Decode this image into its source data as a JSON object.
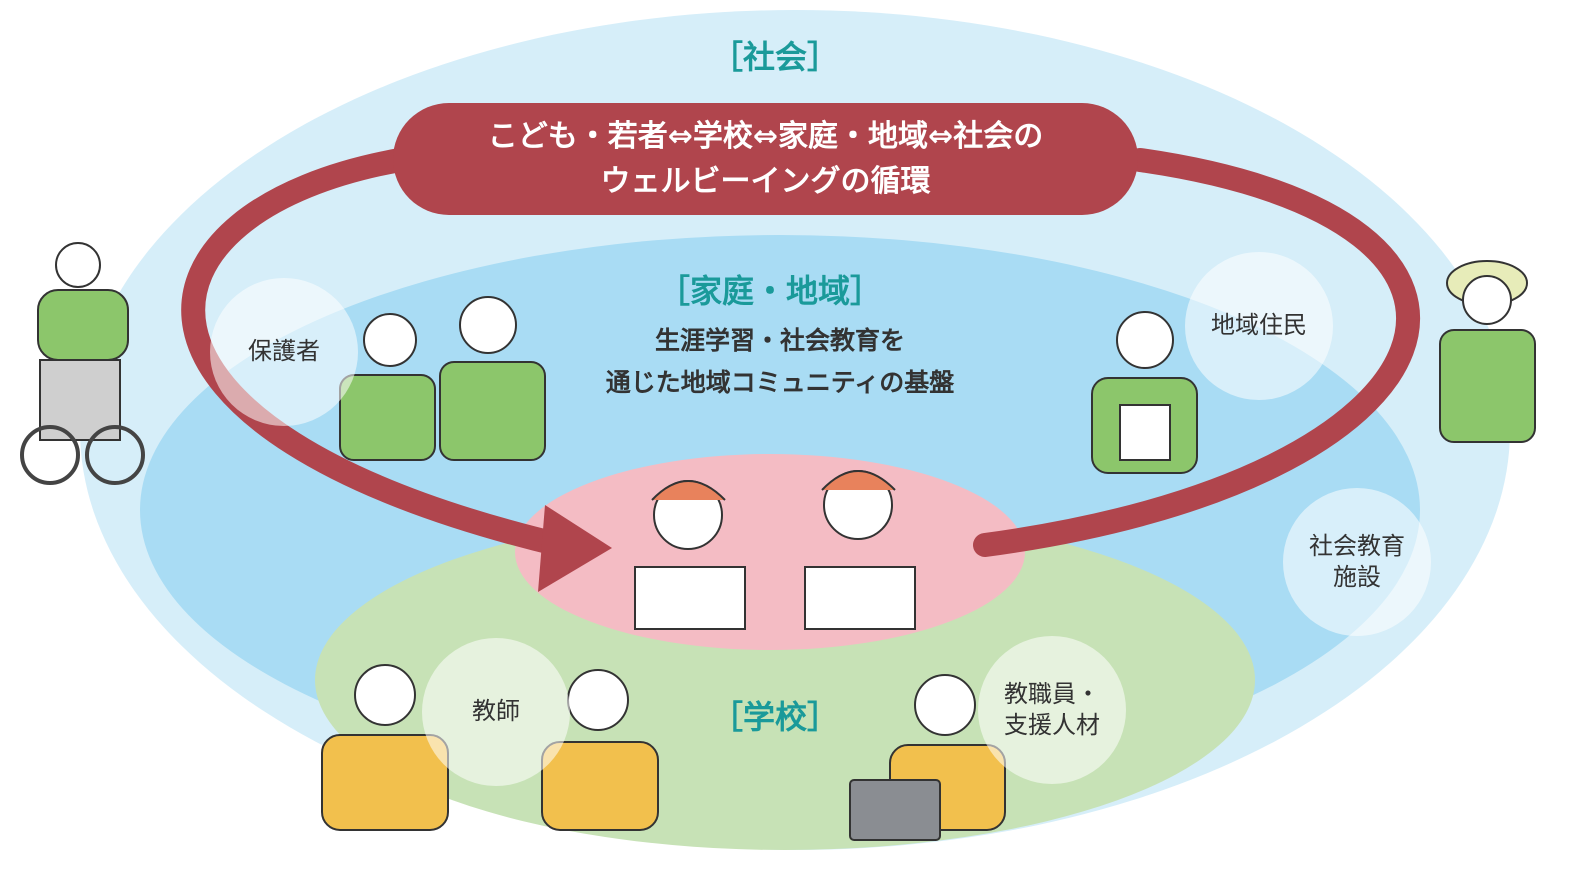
{
  "society": {
    "title": "［社会］"
  },
  "banner": {
    "line1": "こども・若者⇔学校⇔家庭・地域⇔社会の",
    "line2": "ウェルビーイングの循環"
  },
  "family": {
    "title": "［家庭・地域］",
    "desc_line1": "生涯学習・社会教育を",
    "desc_line2": "通じた地域コミュニティの基盤"
  },
  "school": {
    "title": "［学校］"
  },
  "bubbles": {
    "guardian": "保護者",
    "resident": "地域住民",
    "facility_line1": "社会教育",
    "facility_line2": "施設",
    "teacher": "教師",
    "staff_line1": "教職員・",
    "staff_line2": "支援人材"
  },
  "colors": {
    "society": "#d6eef9",
    "family": "#a9dcf4",
    "school": "#c7e2b6",
    "children": "#f4bcc4",
    "arrow": "#b0454d",
    "title": "#1a9a9a"
  }
}
